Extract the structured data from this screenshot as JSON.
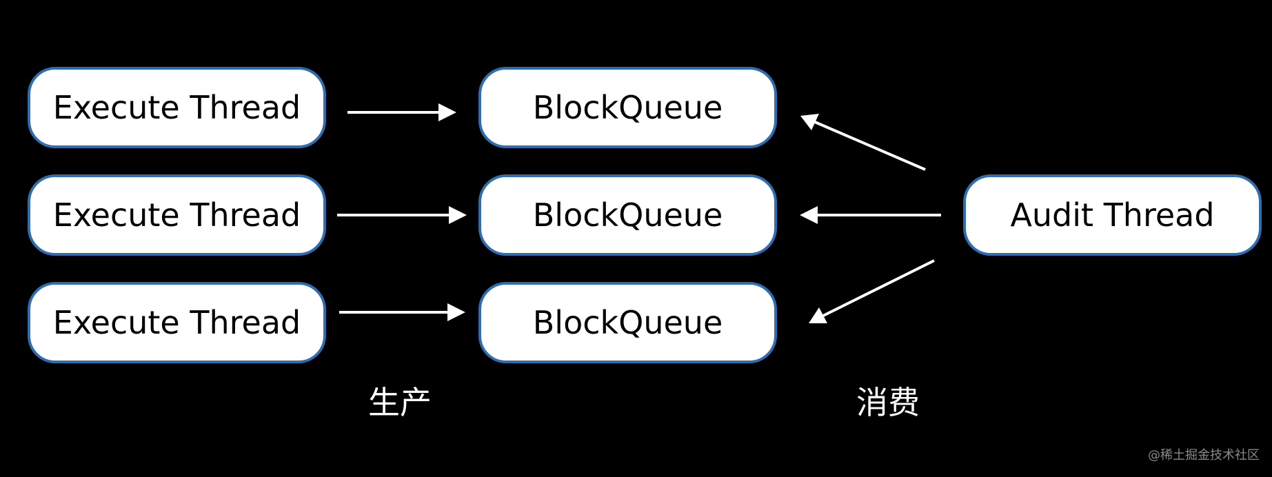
{
  "producers": [
    {
      "label": "Execute Thread"
    },
    {
      "label": "Execute Thread"
    },
    {
      "label": "Execute Thread"
    }
  ],
  "queues": [
    {
      "label": "BlockQueue"
    },
    {
      "label": "BlockQueue"
    },
    {
      "label": "BlockQueue"
    }
  ],
  "consumer": {
    "label": "Audit Thread"
  },
  "captions": {
    "produce": "生产",
    "consume": "消费"
  },
  "watermark": "@稀土掘金技术社区",
  "colors": {
    "background": "#000000",
    "node_fill": "#ffffff",
    "node_border": "#2f6db1",
    "arrow": "#ffffff"
  }
}
